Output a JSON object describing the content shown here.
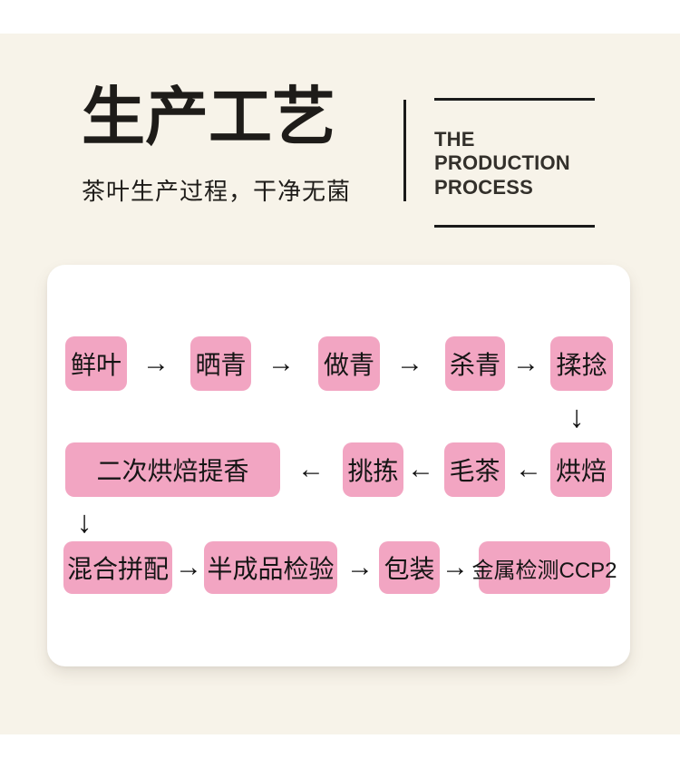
{
  "header": {
    "title": "生产工艺",
    "subtitle": "茶叶生产过程，干净无菌",
    "english_title": "THE PRODUCTION PROCESS"
  },
  "colors": {
    "accent_pink": "#f2a5c2",
    "background_cream": "#f7f3e9",
    "card_white": "#ffffff",
    "text_dark": "#1e1c19",
    "line_dark": "#1a1a1a"
  },
  "flowchart": {
    "arrows": {
      "right": "→",
      "left": "←",
      "down": "↓"
    },
    "steps": {
      "fresh_leaves": "鲜叶",
      "sun_withering": "晒青",
      "green_making": "做青",
      "fixation": "杀青",
      "rolling": "揉捻",
      "baking": "烘焙",
      "raw_tea": "毛茶",
      "sorting": "挑拣",
      "second_baking": "二次烘焙提香",
      "blending": "混合拼配",
      "semi_product_inspection": "半成品检验",
      "packaging": "包装",
      "metal_detection": "金属检测CCP2"
    }
  }
}
